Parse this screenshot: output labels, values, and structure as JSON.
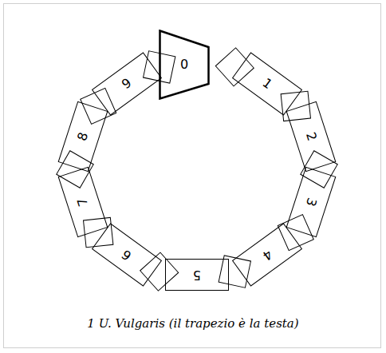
{
  "diagram": {
    "caption": "1 U. Vulgaris (il trapezio è la testa)",
    "nodes": [
      {
        "text": [
          "0"
        ]
      },
      {
        "text": [
          "1"
        ]
      },
      {
        "text": [
          "2"
        ]
      },
      {
        "text": [
          "3"
        ]
      },
      {
        "text": [
          "4"
        ]
      },
      {
        "text": [
          "5"
        ]
      },
      {
        "text": [
          "6"
        ]
      },
      {
        "text": [
          "7"
        ]
      },
      {
        "text": [
          "8"
        ]
      },
      {
        "text": [
          "9"
        ]
      }
    ]
  }
}
